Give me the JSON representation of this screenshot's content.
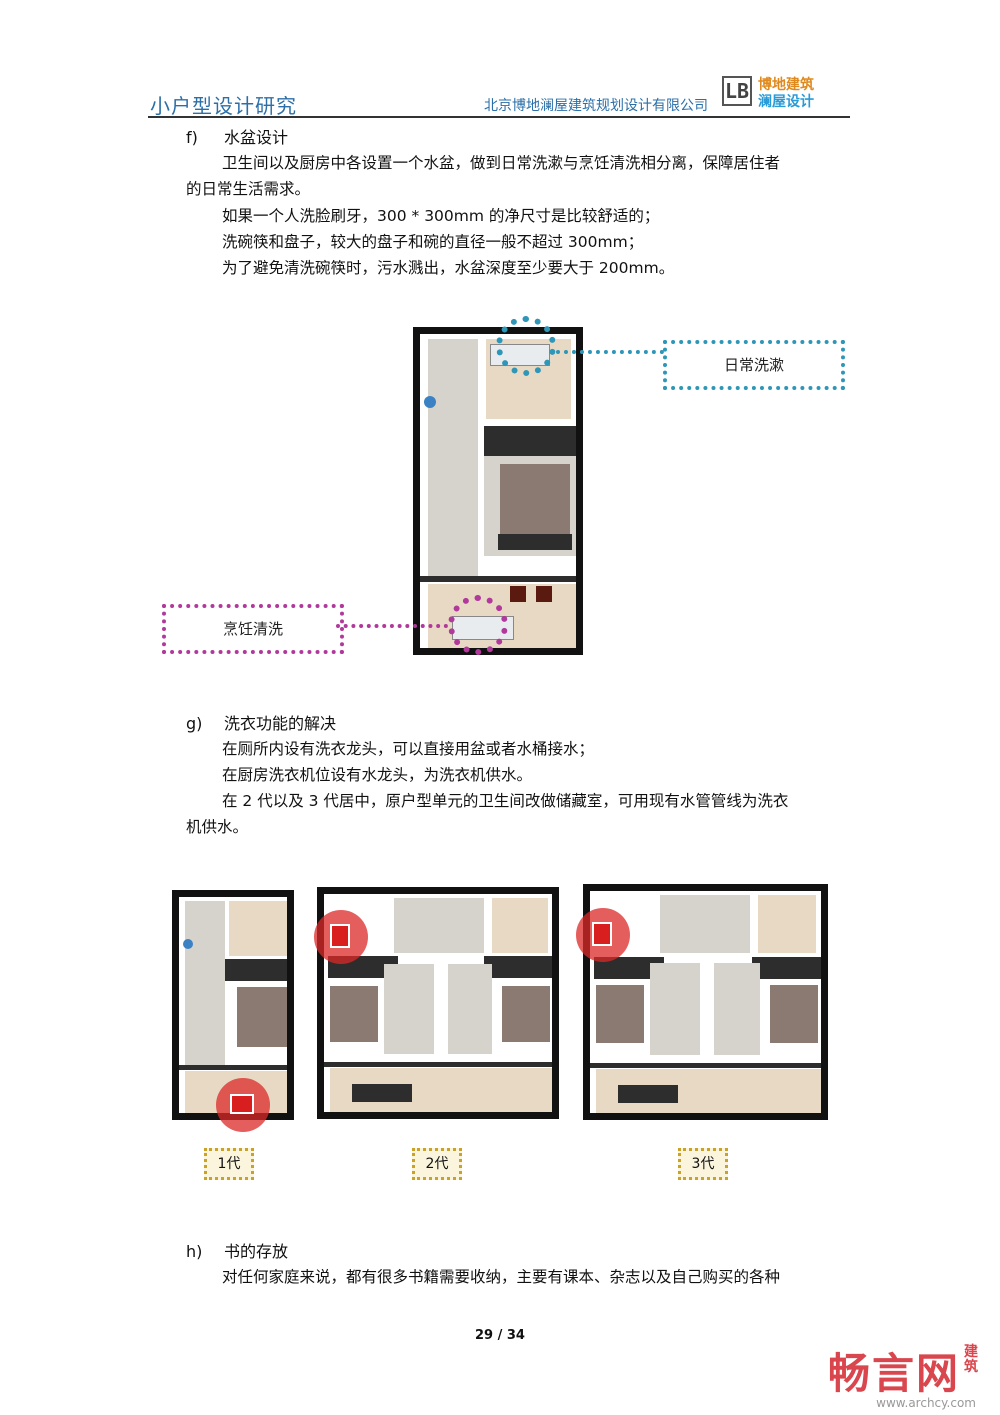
{
  "header": {
    "title": "小户型设计研究",
    "company": "北京博地澜屋建筑规划设计有限公司",
    "logo_mark": "LB",
    "logo_line1": "博地建筑",
    "logo_line2": "澜屋设计"
  },
  "section_f": {
    "num": "f)",
    "title": "水盆设计",
    "p1": "卫生间以及厨房中各设置一个水盆，做到日常洗漱与烹饪清洗相分离，保障居住者",
    "p1b": "的日常生活需求。",
    "p2": "如果一个人洗脸刷牙，300 * 300mm 的净尺寸是比较舒适的；",
    "p3": "洗碗筷和盘子，较大的盘子和碗的直径一般不超过 300mm；",
    "p4": "为了避免清洗碗筷时，污水溅出，水盆深度至少要大于 200mm。"
  },
  "figure1": {
    "callout_top": "日常洗漱",
    "callout_bottom": "烹饪清洗",
    "colors": {
      "blue": "#2e96b7",
      "pink": "#b2399c"
    }
  },
  "section_g": {
    "num": "g)",
    "title": "洗衣功能的解决",
    "p1": "在厕所内设有洗衣龙头，可以直接用盆或者水桶接水；",
    "p2": "在厨房洗衣机位设有水龙头，为洗衣机供水。",
    "p3": "在 2 代以及 3 代居中，原户型单元的卫生间改做储藏室，可用现有水管管线为洗衣",
    "p3b": "机供水。"
  },
  "figure2": {
    "labels": [
      "1代",
      "2代",
      "3代"
    ]
  },
  "section_h": {
    "num": "h)",
    "title": "书的存放",
    "p1": "对任何家庭来说，都有很多书籍需要收纳，主要有课本、杂志以及自己购买的各种"
  },
  "footer": {
    "page": "29 / 34",
    "watermark_brand": "畅言网",
    "watermark_side": "建筑",
    "watermark_url": "www.archcy.com"
  }
}
